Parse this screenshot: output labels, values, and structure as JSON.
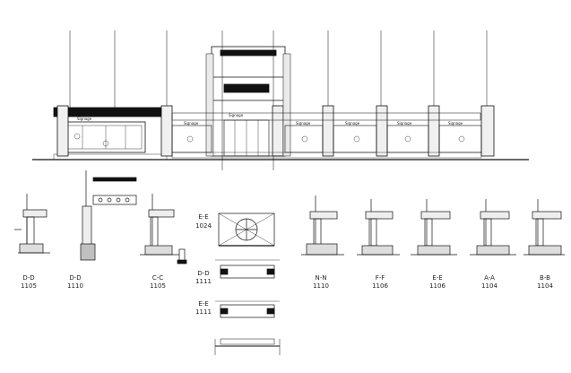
{
  "drawing": {
    "elevation_signs": [
      "Signage",
      "Signage",
      "Signage",
      "Signage",
      "Signage",
      "Signage",
      "Signage"
    ],
    "sections": [
      {
        "mark": "D-D",
        "sheet": "1105"
      },
      {
        "mark": "D-D",
        "sheet": "1110"
      },
      {
        "mark": "C-C",
        "sheet": "1105"
      },
      {
        "mark": "N-N",
        "sheet": "1110"
      },
      {
        "mark": "F-F",
        "sheet": "1106"
      },
      {
        "mark": "E-E",
        "sheet": "1106"
      },
      {
        "mark": "A-A",
        "sheet": "1104"
      },
      {
        "mark": "B-B",
        "sheet": "1104"
      }
    ],
    "center_details": [
      {
        "mark": "E-E",
        "sheet": "1024"
      },
      {
        "mark": "D-D",
        "sheet": "1111"
      },
      {
        "mark": "E-E",
        "sheet": "1111"
      }
    ]
  }
}
